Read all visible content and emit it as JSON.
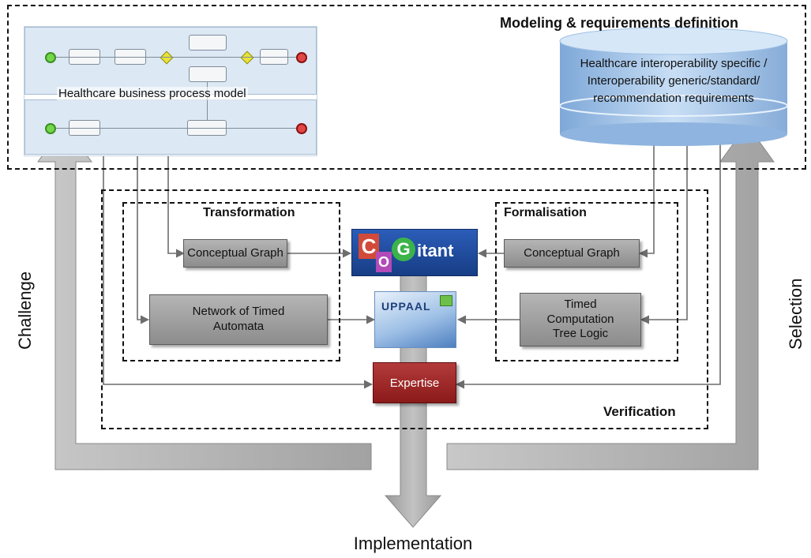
{
  "labels": {
    "modeling_title": "Modeling & requirements definition",
    "bpm_caption": "Healthcare business process model",
    "requirements_db": "Healthcare interoperability specific / Interoperability generic/standard/ recommendation requirements",
    "transformation": "Transformation",
    "formalisation": "Formalisation",
    "verification": "Verification",
    "conceptual_graph_left": "Conceptual Graph",
    "conceptual_graph_right": "Conceptual Graph",
    "nta": "Network of Timed Automata",
    "tctl": "Timed Computation Tree Logic",
    "expertise": "Expertise",
    "challenge": "Challenge",
    "selection": "Selection",
    "implementation": "Implementation"
  },
  "requirements_lines": [
    "Healthcare interoperability specific /",
    "Interoperability generic/standard/",
    "recommendation requirements"
  ],
  "nta_lines": [
    "Network of Timed",
    "Automata"
  ],
  "tctl_lines": [
    "Timed",
    "Computation",
    "Tree Logic"
  ],
  "logos": {
    "cogitant": {
      "c": "C",
      "o": "O",
      "g": "G",
      "rest": "itant"
    },
    "uppaal": "UPPAAL"
  },
  "colors": {
    "grey_box": "#9e9e9e",
    "expertise_box": "#a02828",
    "database": "#a9c8ea",
    "big_arrow": "#b8b8b8",
    "bpmn_lane": "#dce8f4"
  }
}
